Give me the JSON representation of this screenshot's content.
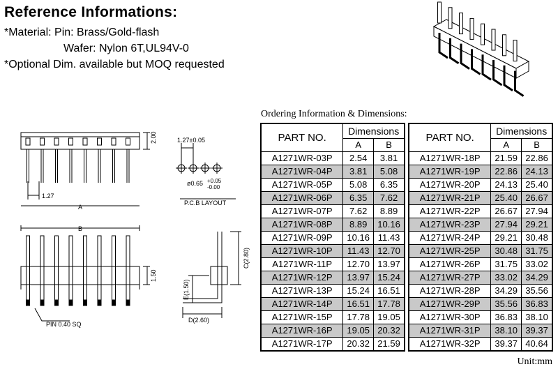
{
  "header": {
    "title": "Reference Informations:",
    "material_line": "*Material: Pin: Brass/Gold-flash",
    "wafer_line": "Wafer: Nylon 6T,UL94V-0",
    "optional_line": "*Optional Dim. available but MOQ requested"
  },
  "drawing": {
    "dim_2_00": "2.00",
    "dim_1_27": "1.27",
    "dim_a": "A",
    "dim_b": "B",
    "dim_1_50": "1.50",
    "pin_note": "PIN 0.40 SQ",
    "pcb_pitch": "1.27±0.05",
    "pcb_hole_dia": "ø0.65",
    "pcb_hole_tol_plus": "+0.05",
    "pcb_hole_tol_minus": "-0.00",
    "pcb_layout": "P.C.B LAYOUT",
    "dim_c": "C(2.80)",
    "dim_e": "E(1.50)",
    "dim_d": "D(2.60)"
  },
  "ordering": {
    "caption": "Ordering Information & Dimensions:",
    "unit": "Unit:mm",
    "col_part": "PART NO.",
    "col_dimensions": "Dimensions",
    "col_a": "A",
    "col_b": "B",
    "left_rows": [
      {
        "part": "A1271WR-03P",
        "a": "2.54",
        "b": "3.81"
      },
      {
        "part": "A1271WR-04P",
        "a": "3.81",
        "b": "5.08"
      },
      {
        "part": "A1271WR-05P",
        "a": "5.08",
        "b": "6.35"
      },
      {
        "part": "A1271WR-06P",
        "a": "6.35",
        "b": "7.62"
      },
      {
        "part": "A1271WR-07P",
        "a": "7.62",
        "b": "8.89"
      },
      {
        "part": "A1271WR-08P",
        "a": "8.89",
        "b": "10.16"
      },
      {
        "part": "A1271WR-09P",
        "a": "10.16",
        "b": "11.43"
      },
      {
        "part": "A1271WR-10P",
        "a": "11.43",
        "b": "12.70"
      },
      {
        "part": "A1271WR-11P",
        "a": "12.70",
        "b": "13.97"
      },
      {
        "part": "A1271WR-12P",
        "a": "13.97",
        "b": "15.24"
      },
      {
        "part": "A1271WR-13P",
        "a": "15.24",
        "b": "16.51"
      },
      {
        "part": "A1271WR-14P",
        "a": "16.51",
        "b": "17.78"
      },
      {
        "part": "A1271WR-15P",
        "a": "17.78",
        "b": "19.05"
      },
      {
        "part": "A1271WR-16P",
        "a": "19.05",
        "b": "20.32"
      },
      {
        "part": "A1271WR-17P",
        "a": "20.32",
        "b": "21.59"
      }
    ],
    "right_rows": [
      {
        "part": "A1271WR-18P",
        "a": "21.59",
        "b": "22.86"
      },
      {
        "part": "A1271WR-19P",
        "a": "22.86",
        "b": "24.13"
      },
      {
        "part": "A1271WR-20P",
        "a": "24.13",
        "b": "25.40"
      },
      {
        "part": "A1271WR-21P",
        "a": "25.40",
        "b": "26.67"
      },
      {
        "part": "A1271WR-22P",
        "a": "26.67",
        "b": "27.94"
      },
      {
        "part": "A1271WR-23P",
        "a": "27.94",
        "b": "29.21"
      },
      {
        "part": "A1271WR-24P",
        "a": "29.21",
        "b": "30.48"
      },
      {
        "part": "A1271WR-25P",
        "a": "30.48",
        "b": "31.75"
      },
      {
        "part": "A1271WR-26P",
        "a": "31.75",
        "b": "33.02"
      },
      {
        "part": "A1271WR-27P",
        "a": "33.02",
        "b": "34.29"
      },
      {
        "part": "A1271WR-28P",
        "a": "34.29",
        "b": "35.56"
      },
      {
        "part": "A1271WR-29P",
        "a": "35.56",
        "b": "36.83"
      },
      {
        "part": "A1271WR-30P",
        "a": "36.83",
        "b": "38.10"
      },
      {
        "part": "A1271WR-31P",
        "a": "38.10",
        "b": "39.37"
      },
      {
        "part": "A1271WR-32P",
        "a": "39.37",
        "b": "40.64"
      }
    ],
    "shade_color": "#c9c9c9"
  }
}
